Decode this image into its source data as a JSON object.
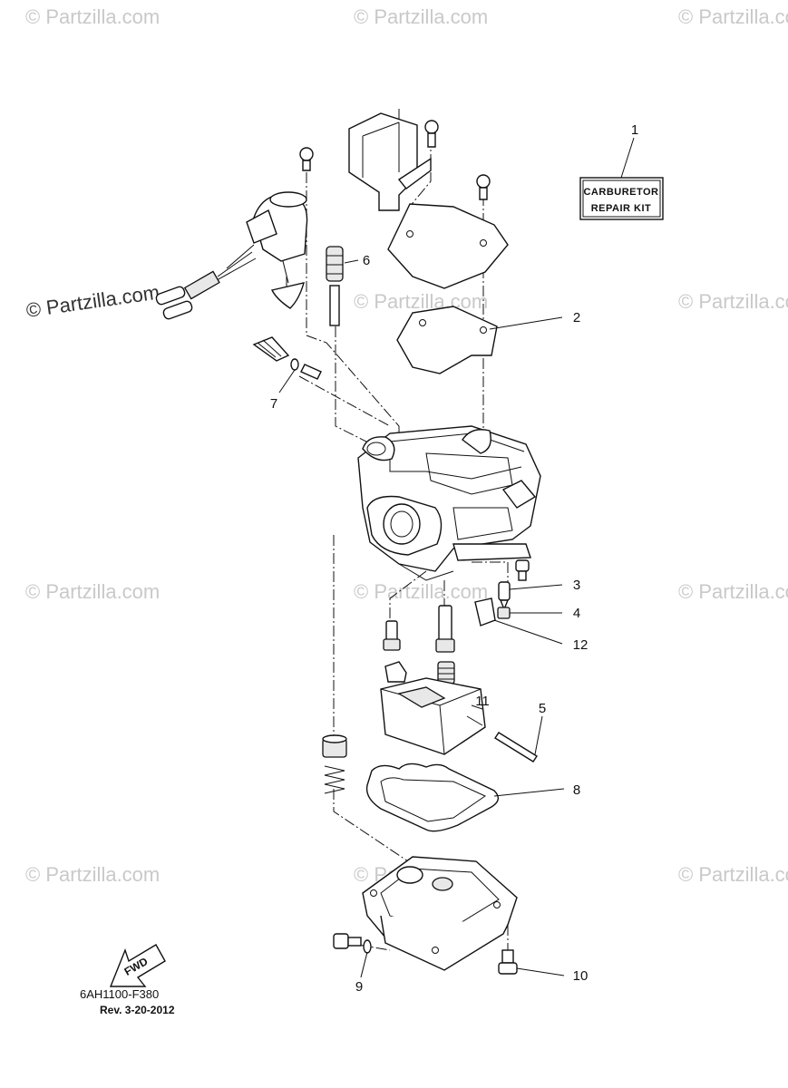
{
  "watermarks": {
    "text": "© Partzilla.com",
    "featured_text": "© Partzilla.com"
  },
  "kit_label": {
    "line1": "CARBURETOR",
    "line2": "REPAIR KIT"
  },
  "callouts": [
    "1",
    "2",
    "3",
    "4",
    "5",
    "6",
    "7",
    "8",
    "9",
    "10",
    "11",
    "12"
  ],
  "fwd_label": "FWD",
  "footer": {
    "part_code": "6AH1100-F380",
    "revision": "Rev.  3-20-2012"
  }
}
